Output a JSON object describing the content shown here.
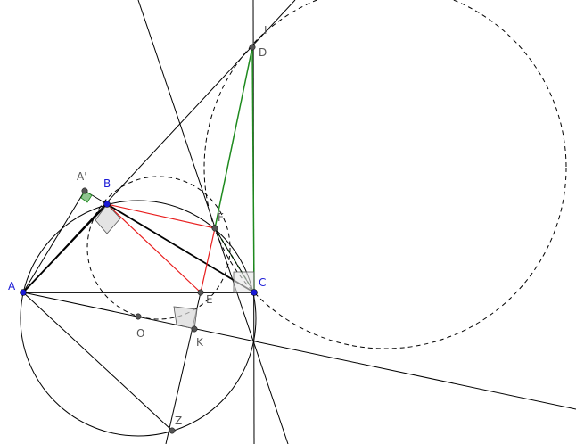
{
  "points": {
    "A": {
      "label": "A",
      "color": "#1a1ad6"
    },
    "B": {
      "label": "B",
      "color": "#1a1ad6"
    },
    "C": {
      "label": "C",
      "color": "#1a1ad6"
    },
    "Ap": {
      "label": "A'",
      "color": "#555555"
    },
    "D": {
      "label": "D",
      "color": "#555555"
    },
    "I": {
      "label": "I",
      "color": "#555555"
    },
    "F": {
      "label": "F",
      "color": "#555555"
    },
    "E": {
      "label": "E",
      "color": "#555555"
    },
    "O": {
      "label": "O",
      "color": "#555555"
    },
    "K": {
      "label": "K",
      "color": "#555555"
    },
    "Z": {
      "label": "Z",
      "color": "#555555"
    }
  },
  "colors": {
    "line": "#000000",
    "red": "#e81c1c",
    "green": "#1e8a1e",
    "right_angle_fill": "#d9d9d9",
    "right_angle_stroke": "#555555",
    "small_right_angle_fill": "#1e8a1e"
  }
}
